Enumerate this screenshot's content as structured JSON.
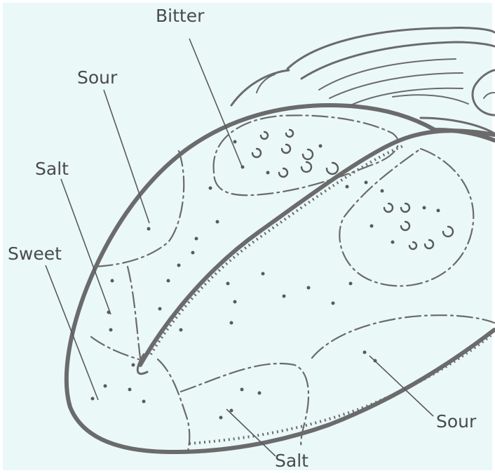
{
  "colors": {
    "background": "#eaf8f8",
    "ink": "#6b6b6b",
    "text": "#4a4a4a"
  },
  "labels": {
    "bitter": "Bitter",
    "sour_left": "Sour",
    "salt_left": "Salt",
    "sweet": "Sweet",
    "sour_right": "Sour",
    "salt_bottom": "Salt"
  }
}
